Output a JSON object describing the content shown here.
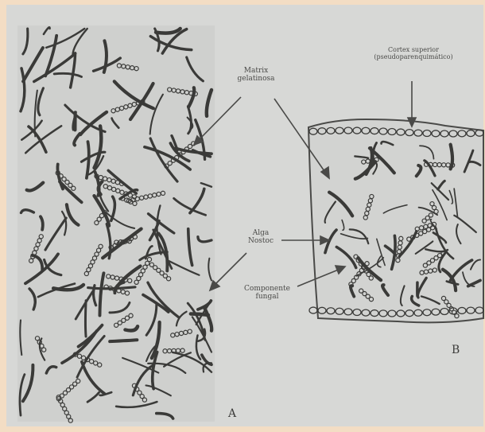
{
  "labels": {
    "matrix": "Matrix\ngelatinosa",
    "cortex": "Cortex superior\n(pseudoparenquimático)",
    "alga": "Alga\nNostoc",
    "fungal": "Componente\nfungal",
    "a": "A",
    "b": "B"
  },
  "colors": {
    "background": "#f3ddc4",
    "paper": "#d7d8d6",
    "ink": "#3a3a38"
  }
}
